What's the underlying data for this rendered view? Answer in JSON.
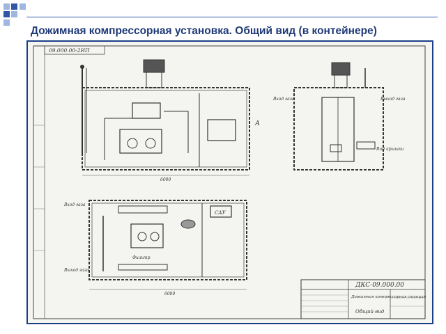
{
  "slide": {
    "title": "Дожимная компрессорная установка. Общий вид (в контейнере)"
  },
  "drawing": {
    "code_stamp": "09.000.00-2ИП",
    "main_code": "ДКС-09.000.00",
    "product_name": "Дожимная компрессорная станция",
    "view_name": "Общий вид",
    "view_label": "А",
    "callouts": {
      "sru": "САУ",
      "inlet_gas": "Вход газа",
      "outlet_gas": "Выход газа",
      "filter": "Фильтр",
      "block_cover": "Вид крышки"
    }
  },
  "colors": {
    "accent": "#1b3f86",
    "title": "#1f3a78",
    "square_blue": "#2e59a8",
    "square_light": "#9fb6de"
  }
}
